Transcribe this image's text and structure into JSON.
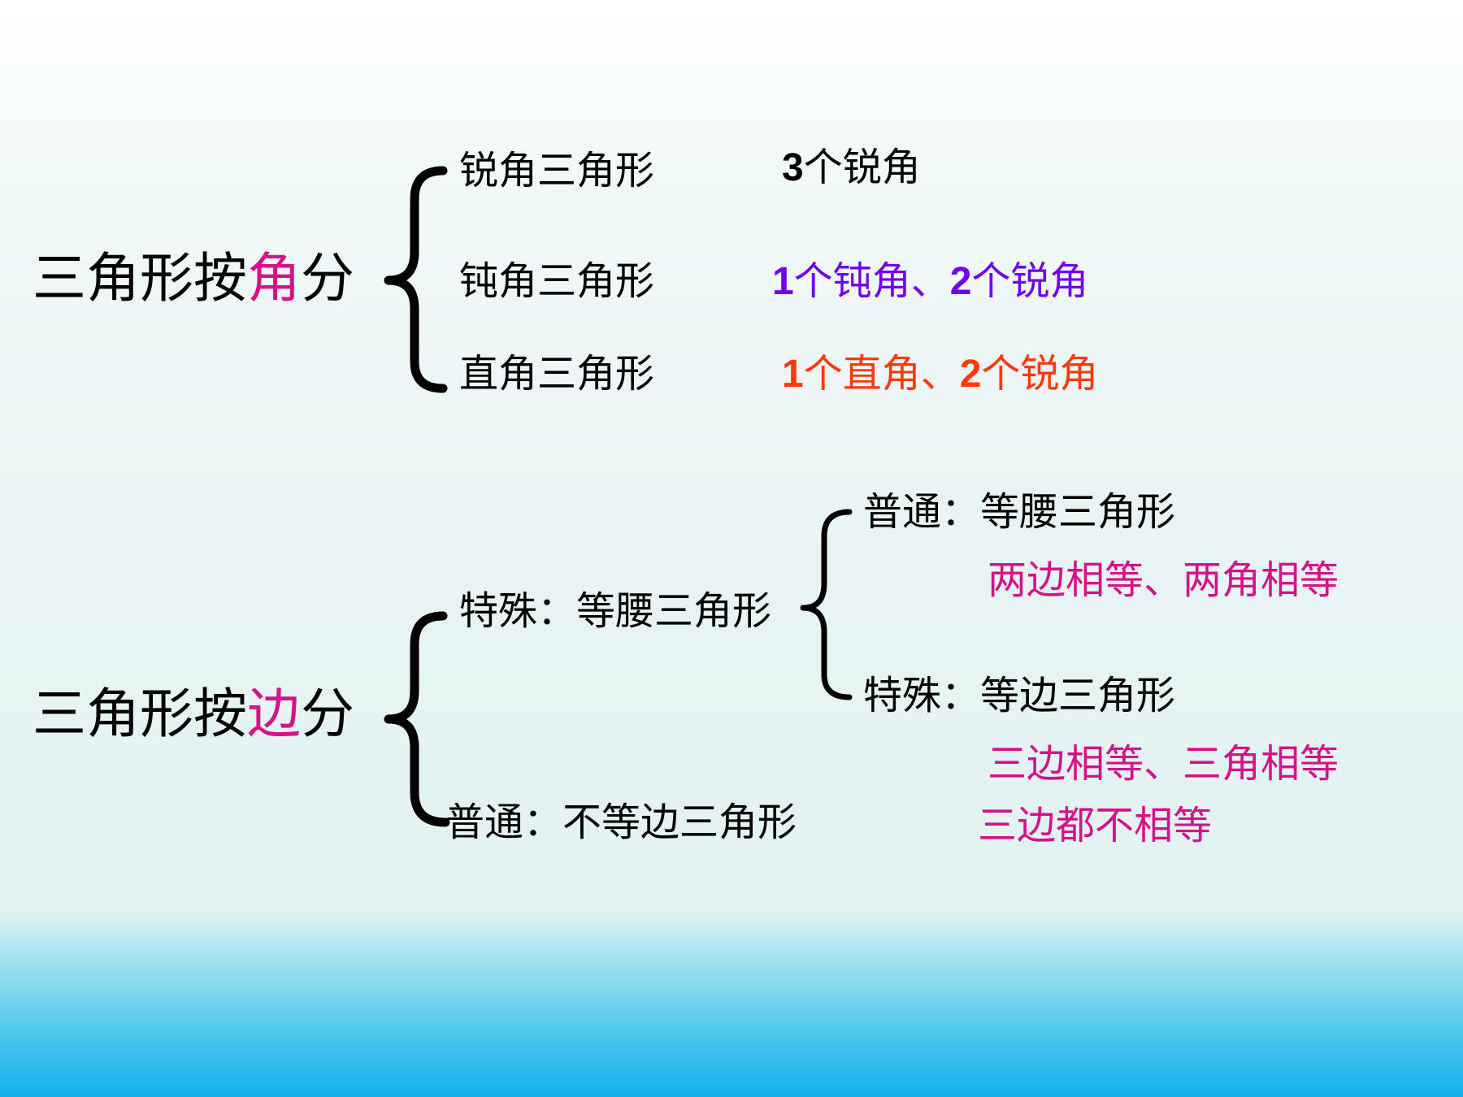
{
  "colors": {
    "accent": "#d6128a",
    "obtuse": "#7000ee",
    "right": "#ff3a08",
    "text": "#000000",
    "sea_blue": "#15b0ec"
  },
  "angle_section": {
    "heading_prefix": "三角形按",
    "heading_key": "角",
    "heading_suffix": "分",
    "items": [
      {
        "label": "锐角三角形",
        "desc_num": "3",
        "desc_text": "个锐角"
      },
      {
        "label": "钝角三角形",
        "desc_num1": "1",
        "desc_text1": "个钝角、",
        "desc_num2": "2",
        "desc_text2": "个锐角"
      },
      {
        "label": "直角三角形",
        "desc_num1": "1",
        "desc_text1": "个直角、",
        "desc_num2": "2",
        "desc_text2": "个锐角"
      }
    ]
  },
  "side_section": {
    "heading_prefix": "三角形按",
    "heading_key": "边",
    "heading_suffix": "分",
    "special": {
      "label": "特殊：等腰三角形"
    },
    "isosceles_general": {
      "label": "普通：等腰三角形",
      "property": "两边相等、两角相等"
    },
    "equilateral": {
      "label": "特殊：等边三角形",
      "property": "三边相等、三角相等"
    },
    "general": {
      "label": "普通：不等边三角形",
      "property": "三边都不相等"
    }
  }
}
